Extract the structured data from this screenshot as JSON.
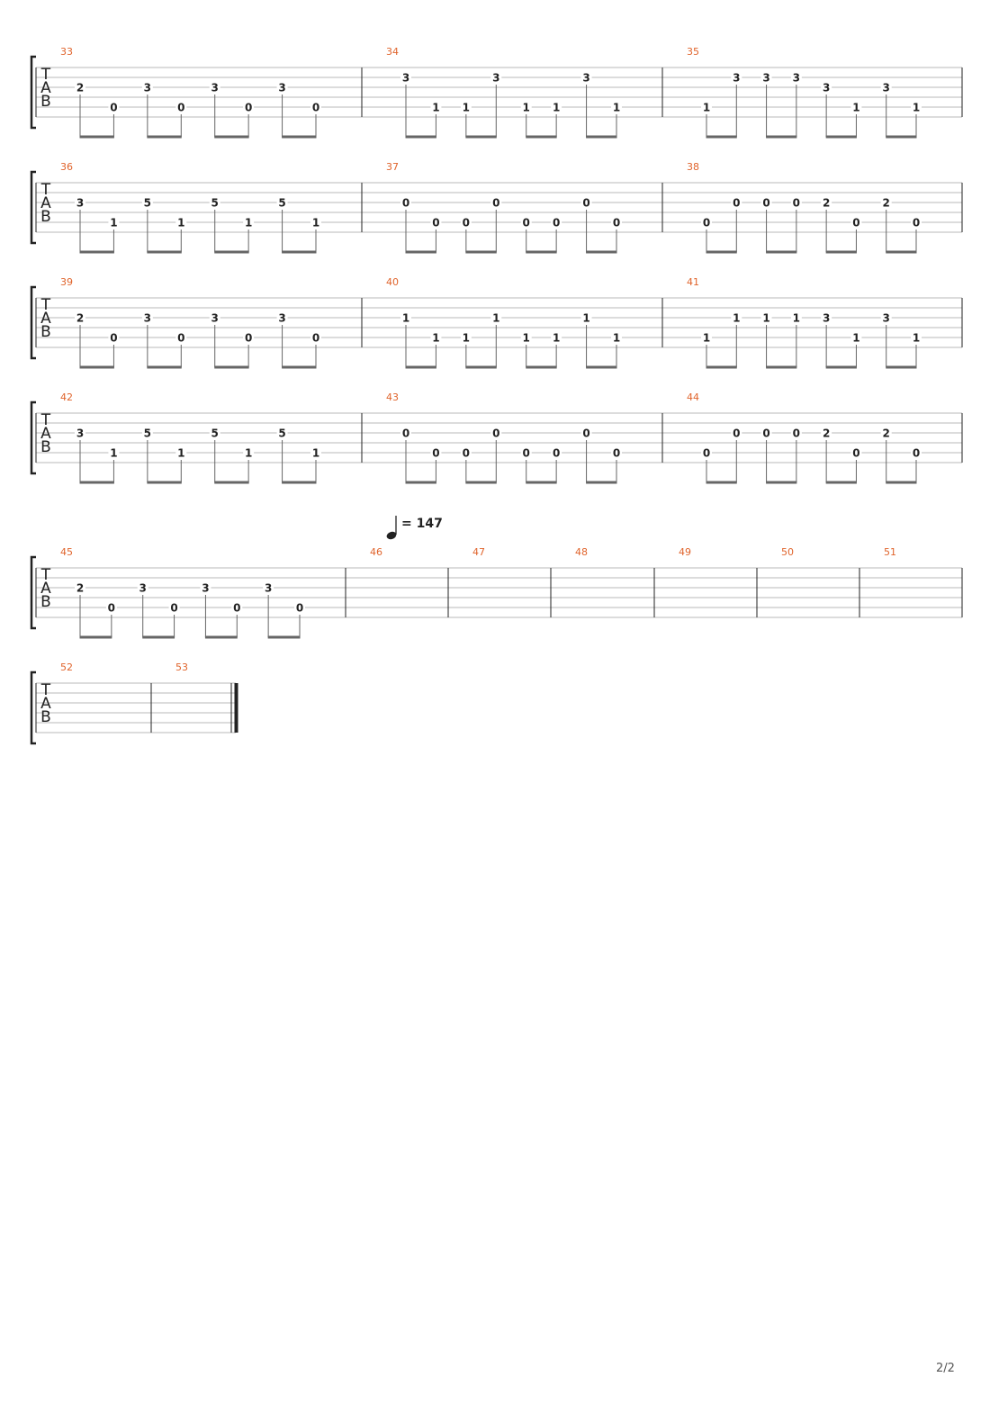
{
  "page_number": "2/2",
  "colors": {
    "measure_number": "#e0642c",
    "staff_line": "#b8b8b8",
    "ink": "#222222",
    "beam": "#666666"
  },
  "tempo": {
    "icon": "quarter-note-icon",
    "text": "= 147"
  },
  "clef_letters": [
    "T",
    "A",
    "B"
  ],
  "systems": [
    {
      "measures": [
        {
          "number": "33",
          "notes": [
            {
              "fret": "2",
              "string": 3
            },
            {
              "fret": "0",
              "string": 5
            },
            {
              "fret": "3",
              "string": 3
            },
            {
              "fret": "0",
              "string": 5
            },
            {
              "fret": "3",
              "string": 3
            },
            {
              "fret": "0",
              "string": 5
            },
            {
              "fret": "3",
              "string": 3
            },
            {
              "fret": "0",
              "string": 5
            }
          ]
        },
        {
          "number": "34",
          "notes": [
            {
              "fret": "3",
              "string": 2
            },
            {
              "fret": "1",
              "string": 5
            },
            {
              "fret": "1",
              "string": 5
            },
            {
              "fret": "3",
              "string": 2
            },
            {
              "fret": "1",
              "string": 5
            },
            {
              "fret": "1",
              "string": 5
            },
            {
              "fret": "3",
              "string": 2
            },
            {
              "fret": "1",
              "string": 5
            }
          ]
        },
        {
          "number": "35",
          "notes": [
            {
              "fret": "1",
              "string": 5
            },
            {
              "fret": "3",
              "string": 2
            },
            {
              "fret": "3",
              "string": 2
            },
            {
              "fret": "3",
              "string": 2
            },
            {
              "fret": "3",
              "string": 3
            },
            {
              "fret": "1",
              "string": 5
            },
            {
              "fret": "3",
              "string": 3
            },
            {
              "fret": "1",
              "string": 5
            }
          ]
        }
      ]
    },
    {
      "measures": [
        {
          "number": "36",
          "notes": [
            {
              "fret": "3",
              "string": 3
            },
            {
              "fret": "1",
              "string": 5
            },
            {
              "fret": "5",
              "string": 3
            },
            {
              "fret": "1",
              "string": 5
            },
            {
              "fret": "5",
              "string": 3
            },
            {
              "fret": "1",
              "string": 5
            },
            {
              "fret": "5",
              "string": 3
            },
            {
              "fret": "1",
              "string": 5
            }
          ]
        },
        {
          "number": "37",
          "notes": [
            {
              "fret": "0",
              "string": 3
            },
            {
              "fret": "0",
              "string": 5
            },
            {
              "fret": "0",
              "string": 5
            },
            {
              "fret": "0",
              "string": 3
            },
            {
              "fret": "0",
              "string": 5
            },
            {
              "fret": "0",
              "string": 5
            },
            {
              "fret": "0",
              "string": 3
            },
            {
              "fret": "0",
              "string": 5
            }
          ]
        },
        {
          "number": "38",
          "notes": [
            {
              "fret": "0",
              "string": 5
            },
            {
              "fret": "0",
              "string": 3
            },
            {
              "fret": "0",
              "string": 3
            },
            {
              "fret": "0",
              "string": 3
            },
            {
              "fret": "2",
              "string": 3
            },
            {
              "fret": "0",
              "string": 5
            },
            {
              "fret": "2",
              "string": 3
            },
            {
              "fret": "0",
              "string": 5
            }
          ]
        }
      ]
    },
    {
      "measures": [
        {
          "number": "39",
          "notes": [
            {
              "fret": "2",
              "string": 3
            },
            {
              "fret": "0",
              "string": 5
            },
            {
              "fret": "3",
              "string": 3
            },
            {
              "fret": "0",
              "string": 5
            },
            {
              "fret": "3",
              "string": 3
            },
            {
              "fret": "0",
              "string": 5
            },
            {
              "fret": "3",
              "string": 3
            },
            {
              "fret": "0",
              "string": 5
            }
          ]
        },
        {
          "number": "40",
          "notes": [
            {
              "fret": "1",
              "string": 3
            },
            {
              "fret": "1",
              "string": 5
            },
            {
              "fret": "1",
              "string": 5
            },
            {
              "fret": "1",
              "string": 3
            },
            {
              "fret": "1",
              "string": 5
            },
            {
              "fret": "1",
              "string": 5
            },
            {
              "fret": "1",
              "string": 3
            },
            {
              "fret": "1",
              "string": 5
            }
          ]
        },
        {
          "number": "41",
          "notes": [
            {
              "fret": "1",
              "string": 5
            },
            {
              "fret": "1",
              "string": 3
            },
            {
              "fret": "1",
              "string": 3
            },
            {
              "fret": "1",
              "string": 3
            },
            {
              "fret": "3",
              "string": 3
            },
            {
              "fret": "1",
              "string": 5
            },
            {
              "fret": "3",
              "string": 3
            },
            {
              "fret": "1",
              "string": 5
            }
          ]
        }
      ]
    },
    {
      "measures": [
        {
          "number": "42",
          "notes": [
            {
              "fret": "3",
              "string": 3
            },
            {
              "fret": "1",
              "string": 5
            },
            {
              "fret": "5",
              "string": 3
            },
            {
              "fret": "1",
              "string": 5
            },
            {
              "fret": "5",
              "string": 3
            },
            {
              "fret": "1",
              "string": 5
            },
            {
              "fret": "5",
              "string": 3
            },
            {
              "fret": "1",
              "string": 5
            }
          ]
        },
        {
          "number": "43",
          "notes": [
            {
              "fret": "0",
              "string": 3
            },
            {
              "fret": "0",
              "string": 5
            },
            {
              "fret": "0",
              "string": 5
            },
            {
              "fret": "0",
              "string": 3
            },
            {
              "fret": "0",
              "string": 5
            },
            {
              "fret": "0",
              "string": 5
            },
            {
              "fret": "0",
              "string": 3
            },
            {
              "fret": "0",
              "string": 5
            }
          ]
        },
        {
          "number": "44",
          "notes": [
            {
              "fret": "0",
              "string": 5
            },
            {
              "fret": "0",
              "string": 3
            },
            {
              "fret": "0",
              "string": 3
            },
            {
              "fret": "0",
              "string": 3
            },
            {
              "fret": "2",
              "string": 3
            },
            {
              "fret": "0",
              "string": 5
            },
            {
              "fret": "2",
              "string": 3
            },
            {
              "fret": "0",
              "string": 5
            }
          ]
        }
      ]
    },
    {
      "measures": [
        {
          "number": "45",
          "notes": [
            {
              "fret": "2",
              "string": 3
            },
            {
              "fret": "0",
              "string": 5
            },
            {
              "fret": "3",
              "string": 3
            },
            {
              "fret": "0",
              "string": 5
            },
            {
              "fret": "3",
              "string": 3
            },
            {
              "fret": "0",
              "string": 5
            },
            {
              "fret": "3",
              "string": 3
            },
            {
              "fret": "0",
              "string": 5
            }
          ]
        },
        {
          "number": "46",
          "notes": []
        },
        {
          "number": "47",
          "notes": []
        },
        {
          "number": "48",
          "notes": []
        },
        {
          "number": "49",
          "notes": []
        },
        {
          "number": "50",
          "notes": []
        },
        {
          "number": "51",
          "notes": []
        }
      ]
    },
    {
      "measures": [
        {
          "number": "52",
          "notes": []
        },
        {
          "number": "53",
          "notes": []
        }
      ]
    }
  ]
}
